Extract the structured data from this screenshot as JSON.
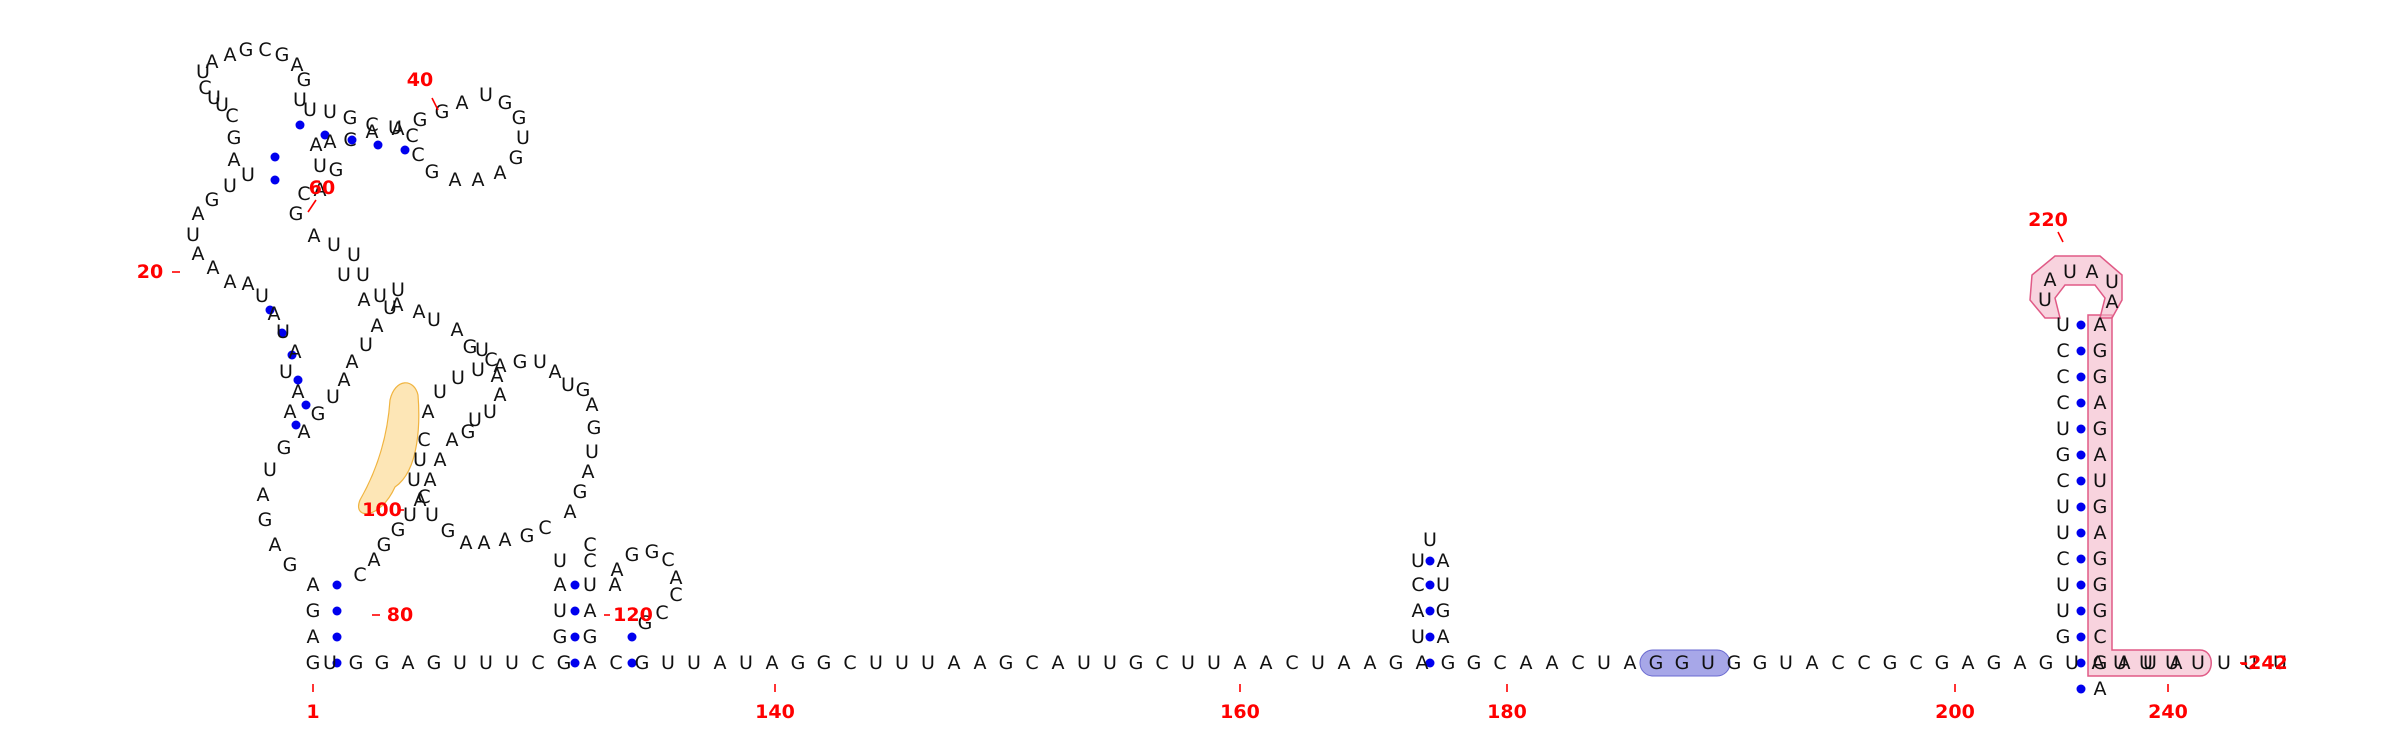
{
  "sequence_3prime_segment": "UGGAGUUUCGACGUUAUAGGCUUUAAGCAUUGCUUAACUAAGAGGCAACUAGGUGGUACCGCGAGAGUAAUA",
  "right_stem_5prime": "GUUCUUCGUCCCU",
  "right_loop": "UAUAU",
  "right_stem_3prime": "AGGAGAUGAGGGCGA",
  "tail": "UUUUUU",
  "hairpin_174": [
    "U",
    "A",
    "C",
    "U",
    "U",
    "A",
    "U",
    "G",
    "A"
  ],
  "pos_labels": [
    "1",
    "20",
    "40",
    "60",
    "80",
    "100",
    "120",
    "140",
    "160",
    "180",
    "200",
    "220",
    "240",
    "-242"
  ],
  "highlight_colors": {
    "orange": "#fbd27a",
    "blue": "#8a8ae0",
    "pink": "#f4b6c8"
  }
}
